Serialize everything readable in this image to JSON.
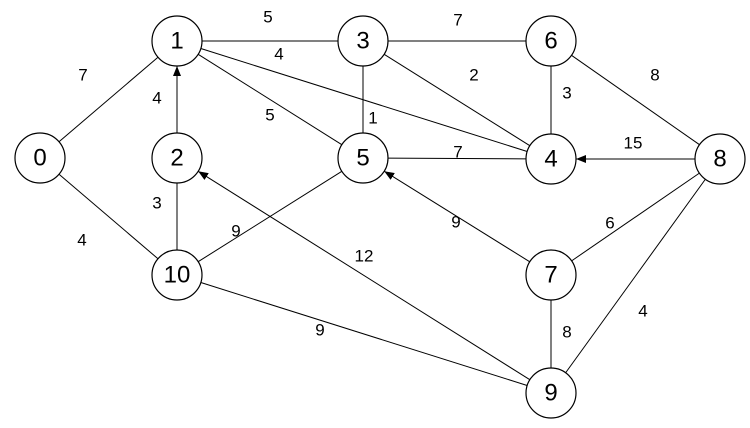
{
  "graph": {
    "nodes": [
      {
        "id": "0",
        "label": "0"
      },
      {
        "id": "1",
        "label": "1"
      },
      {
        "id": "2",
        "label": "2"
      },
      {
        "id": "3",
        "label": "3"
      },
      {
        "id": "4",
        "label": "4"
      },
      {
        "id": "5",
        "label": "5"
      },
      {
        "id": "6",
        "label": "6"
      },
      {
        "id": "7",
        "label": "7"
      },
      {
        "id": "8",
        "label": "8"
      },
      {
        "id": "9",
        "label": "9"
      },
      {
        "id": "10",
        "label": "10"
      }
    ],
    "edges": [
      {
        "from": "0",
        "to": "1",
        "weight": "7",
        "directed": false
      },
      {
        "from": "0",
        "to": "10",
        "weight": "4",
        "directed": false
      },
      {
        "from": "1",
        "to": "3",
        "weight": "5",
        "directed": false
      },
      {
        "from": "1",
        "to": "4",
        "weight": "4",
        "directed": false
      },
      {
        "from": "1",
        "to": "5",
        "weight": "5",
        "directed": false
      },
      {
        "from": "2",
        "to": "1",
        "weight": "4",
        "directed": true
      },
      {
        "from": "10",
        "to": "2",
        "weight": "3",
        "directed": false
      },
      {
        "from": "3",
        "to": "6",
        "weight": "7",
        "directed": false
      },
      {
        "from": "3",
        "to": "4",
        "weight": "2",
        "directed": false
      },
      {
        "from": "3",
        "to": "5",
        "weight": "1",
        "directed": false
      },
      {
        "from": "6",
        "to": "4",
        "weight": "3",
        "directed": false
      },
      {
        "from": "6",
        "to": "8",
        "weight": "8",
        "directed": false
      },
      {
        "from": "5",
        "to": "4",
        "weight": "7",
        "directed": false
      },
      {
        "from": "8",
        "to": "4",
        "weight": "15",
        "directed": true
      },
      {
        "from": "8",
        "to": "7",
        "weight": "6",
        "directed": false
      },
      {
        "from": "8",
        "to": "9",
        "weight": "4",
        "directed": false
      },
      {
        "from": "10",
        "to": "5",
        "weight": "9",
        "directed": false
      },
      {
        "from": "9",
        "to": "2",
        "weight": "12",
        "directed": true
      },
      {
        "from": "7",
        "to": "5",
        "weight": "9",
        "directed": true
      },
      {
        "from": "7",
        "to": "9",
        "weight": "8",
        "directed": false
      },
      {
        "from": "10",
        "to": "9",
        "weight": "9",
        "directed": false
      }
    ]
  }
}
